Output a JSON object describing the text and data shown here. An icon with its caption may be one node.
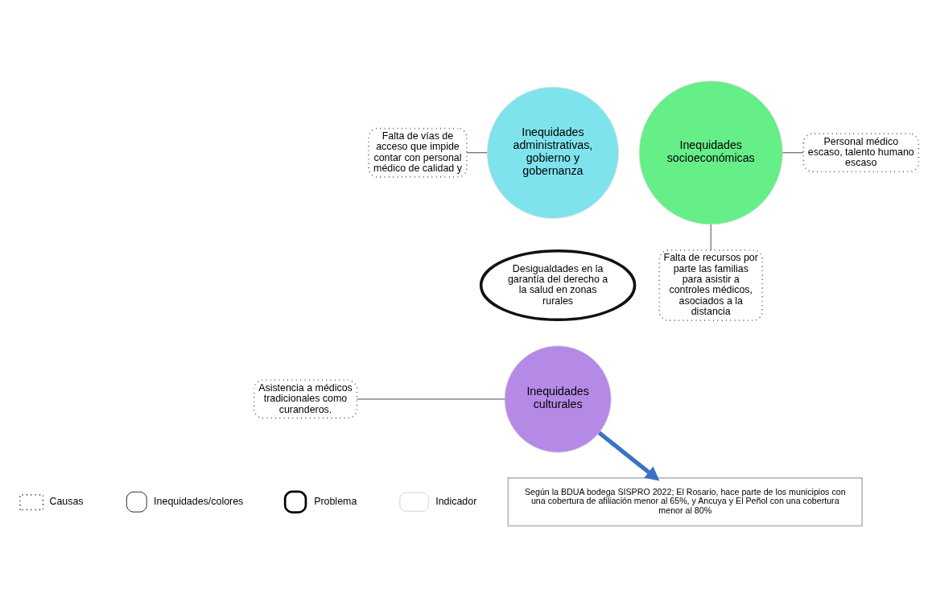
{
  "diagram": {
    "nodes": [
      {
        "text": [
          "Falta de vías de acceso que impide contar con personal médico de calidad y"
        ]
      },
      {
        "text": [
          "Inequidades administrativas, gobierno y gobernanza"
        ]
      },
      {
        "text": [
          "Inequidades socioeconómicas"
        ]
      },
      {
        "text": [
          "Personal médico escaso, talento humano escaso"
        ]
      },
      {
        "text": [
          "Falta de recursos por parte las familias para asistir a controles médicos, asociados a la distancia"
        ]
      },
      {
        "text": [
          "Desigualdades en la garantía del derecho a la salud en zonas rurales"
        ]
      },
      {
        "text": [
          "Asistencia a médicos tradicionales como curanderos."
        ]
      },
      {
        "text": [
          "Inequidades culturales"
        ]
      },
      {
        "text": [
          "Según la BDUA bodega SISPRO 2022; El Rosario, hace parte de los municipios con una cobertura de afiliación menor al 65%, y Ancuya y El Peñol con una cobertura menor al 80%"
        ]
      }
    ],
    "edges": [
      {
        "from": 0,
        "to": 1,
        "arrow": "none"
      },
      {
        "from": 2,
        "to": 3,
        "arrow": "none"
      },
      {
        "from": 2,
        "to": 4,
        "arrow": "none"
      },
      {
        "from": 6,
        "to": 7,
        "arrow": "none"
      },
      {
        "from": 7,
        "to": 8,
        "arrow": "to",
        "style": "thick",
        "color": "#3a73c0"
      }
    ],
    "legend": [
      {
        "text": "Causas"
      },
      {
        "text": "Inequidades/colores"
      },
      {
        "text": "Problema"
      },
      {
        "text": "Indicador"
      }
    ]
  }
}
